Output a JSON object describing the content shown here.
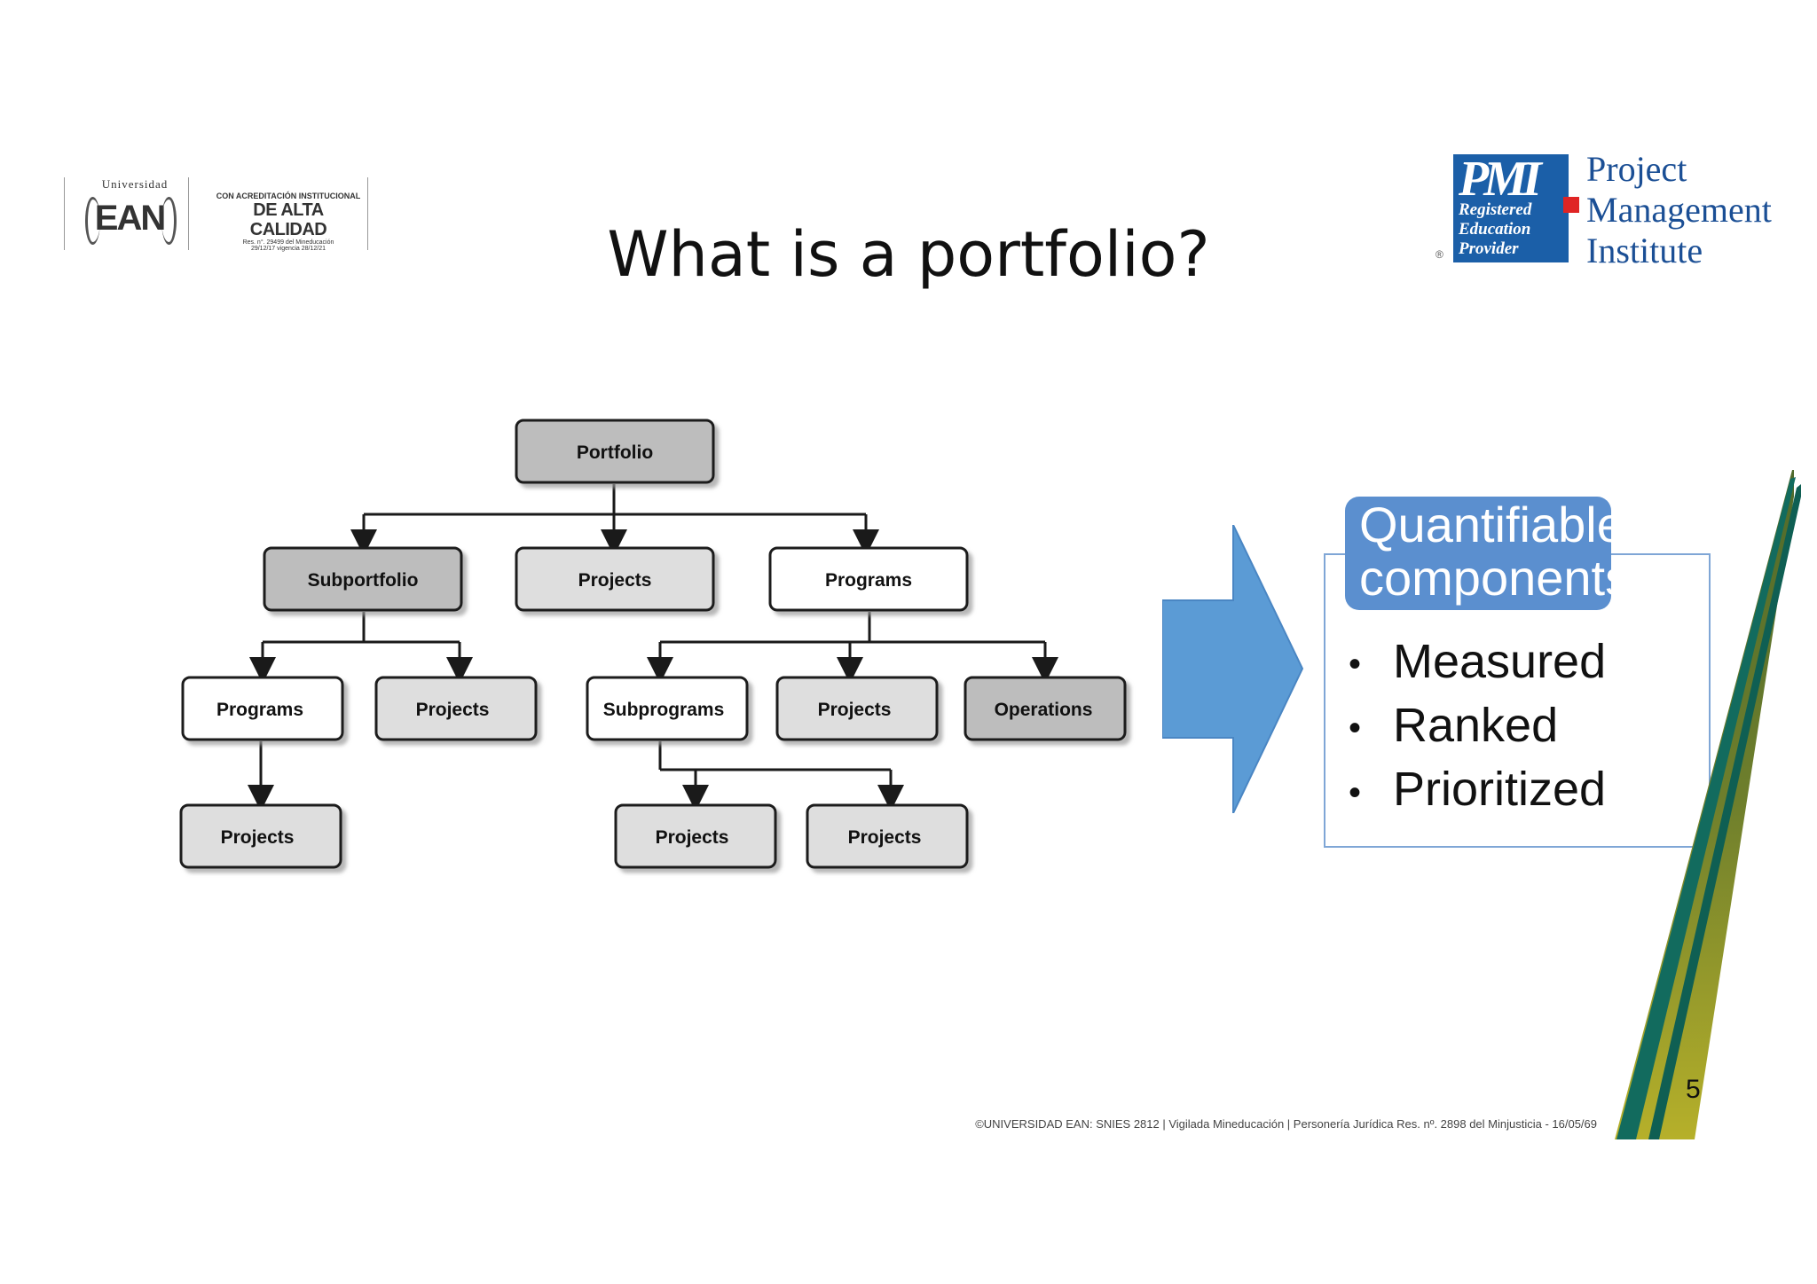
{
  "header": {
    "ean_logo": {
      "university_label": "Universidad",
      "mark": "EAN",
      "accreditation_line1": "CON ACREDITACIÓN INSTITUCIONAL",
      "accreditation_line2": "DE ALTA CALIDAD",
      "accreditation_line3": "Res. n°. 29499 del Mineducación",
      "accreditation_line4": "29/12/17 vigencia 28/12/21"
    },
    "title": "What is a portfolio?",
    "pmi_logo": {
      "letters": "PMI",
      "rep_line1": "Registered",
      "rep_line2": "Education",
      "rep_line3": "Provider",
      "registered_mark": "®",
      "name_line1": "Project",
      "name_line2": "Management",
      "name_line3": "Institute"
    }
  },
  "diagram": {
    "nodes": {
      "portfolio": "Portfolio",
      "subportfolio": "Subportfolio",
      "projects_top": "Projects",
      "programs_top": "Programs",
      "programs_sub": "Programs",
      "projects_sub": "Projects",
      "subprograms": "Subprograms",
      "projects_prog": "Projects",
      "operations": "Operations",
      "projects_leaf_left": "Projects",
      "projects_leaf_mid": "Projects",
      "projects_leaf_right": "Projects"
    },
    "colors": {
      "dark_fill": "#bdbdbd",
      "light_fill": "#dedede",
      "white_fill": "#ffffff"
    }
  },
  "components": {
    "heading_line1": "Quantifiable",
    "heading_line2": "components",
    "items": [
      "Measured",
      "Ranked",
      "Prioritized"
    ],
    "accent_color": "#5b8fcf",
    "arrow_color": "#5b9bd5"
  },
  "footer": {
    "text": "©UNIVERSIDAD EAN: SNIES 2812 | Vigilada Mineducación | Personería Jurídica Res. nº. 2898 del Minjusticia - 16/05/69",
    "page_number": "5"
  }
}
